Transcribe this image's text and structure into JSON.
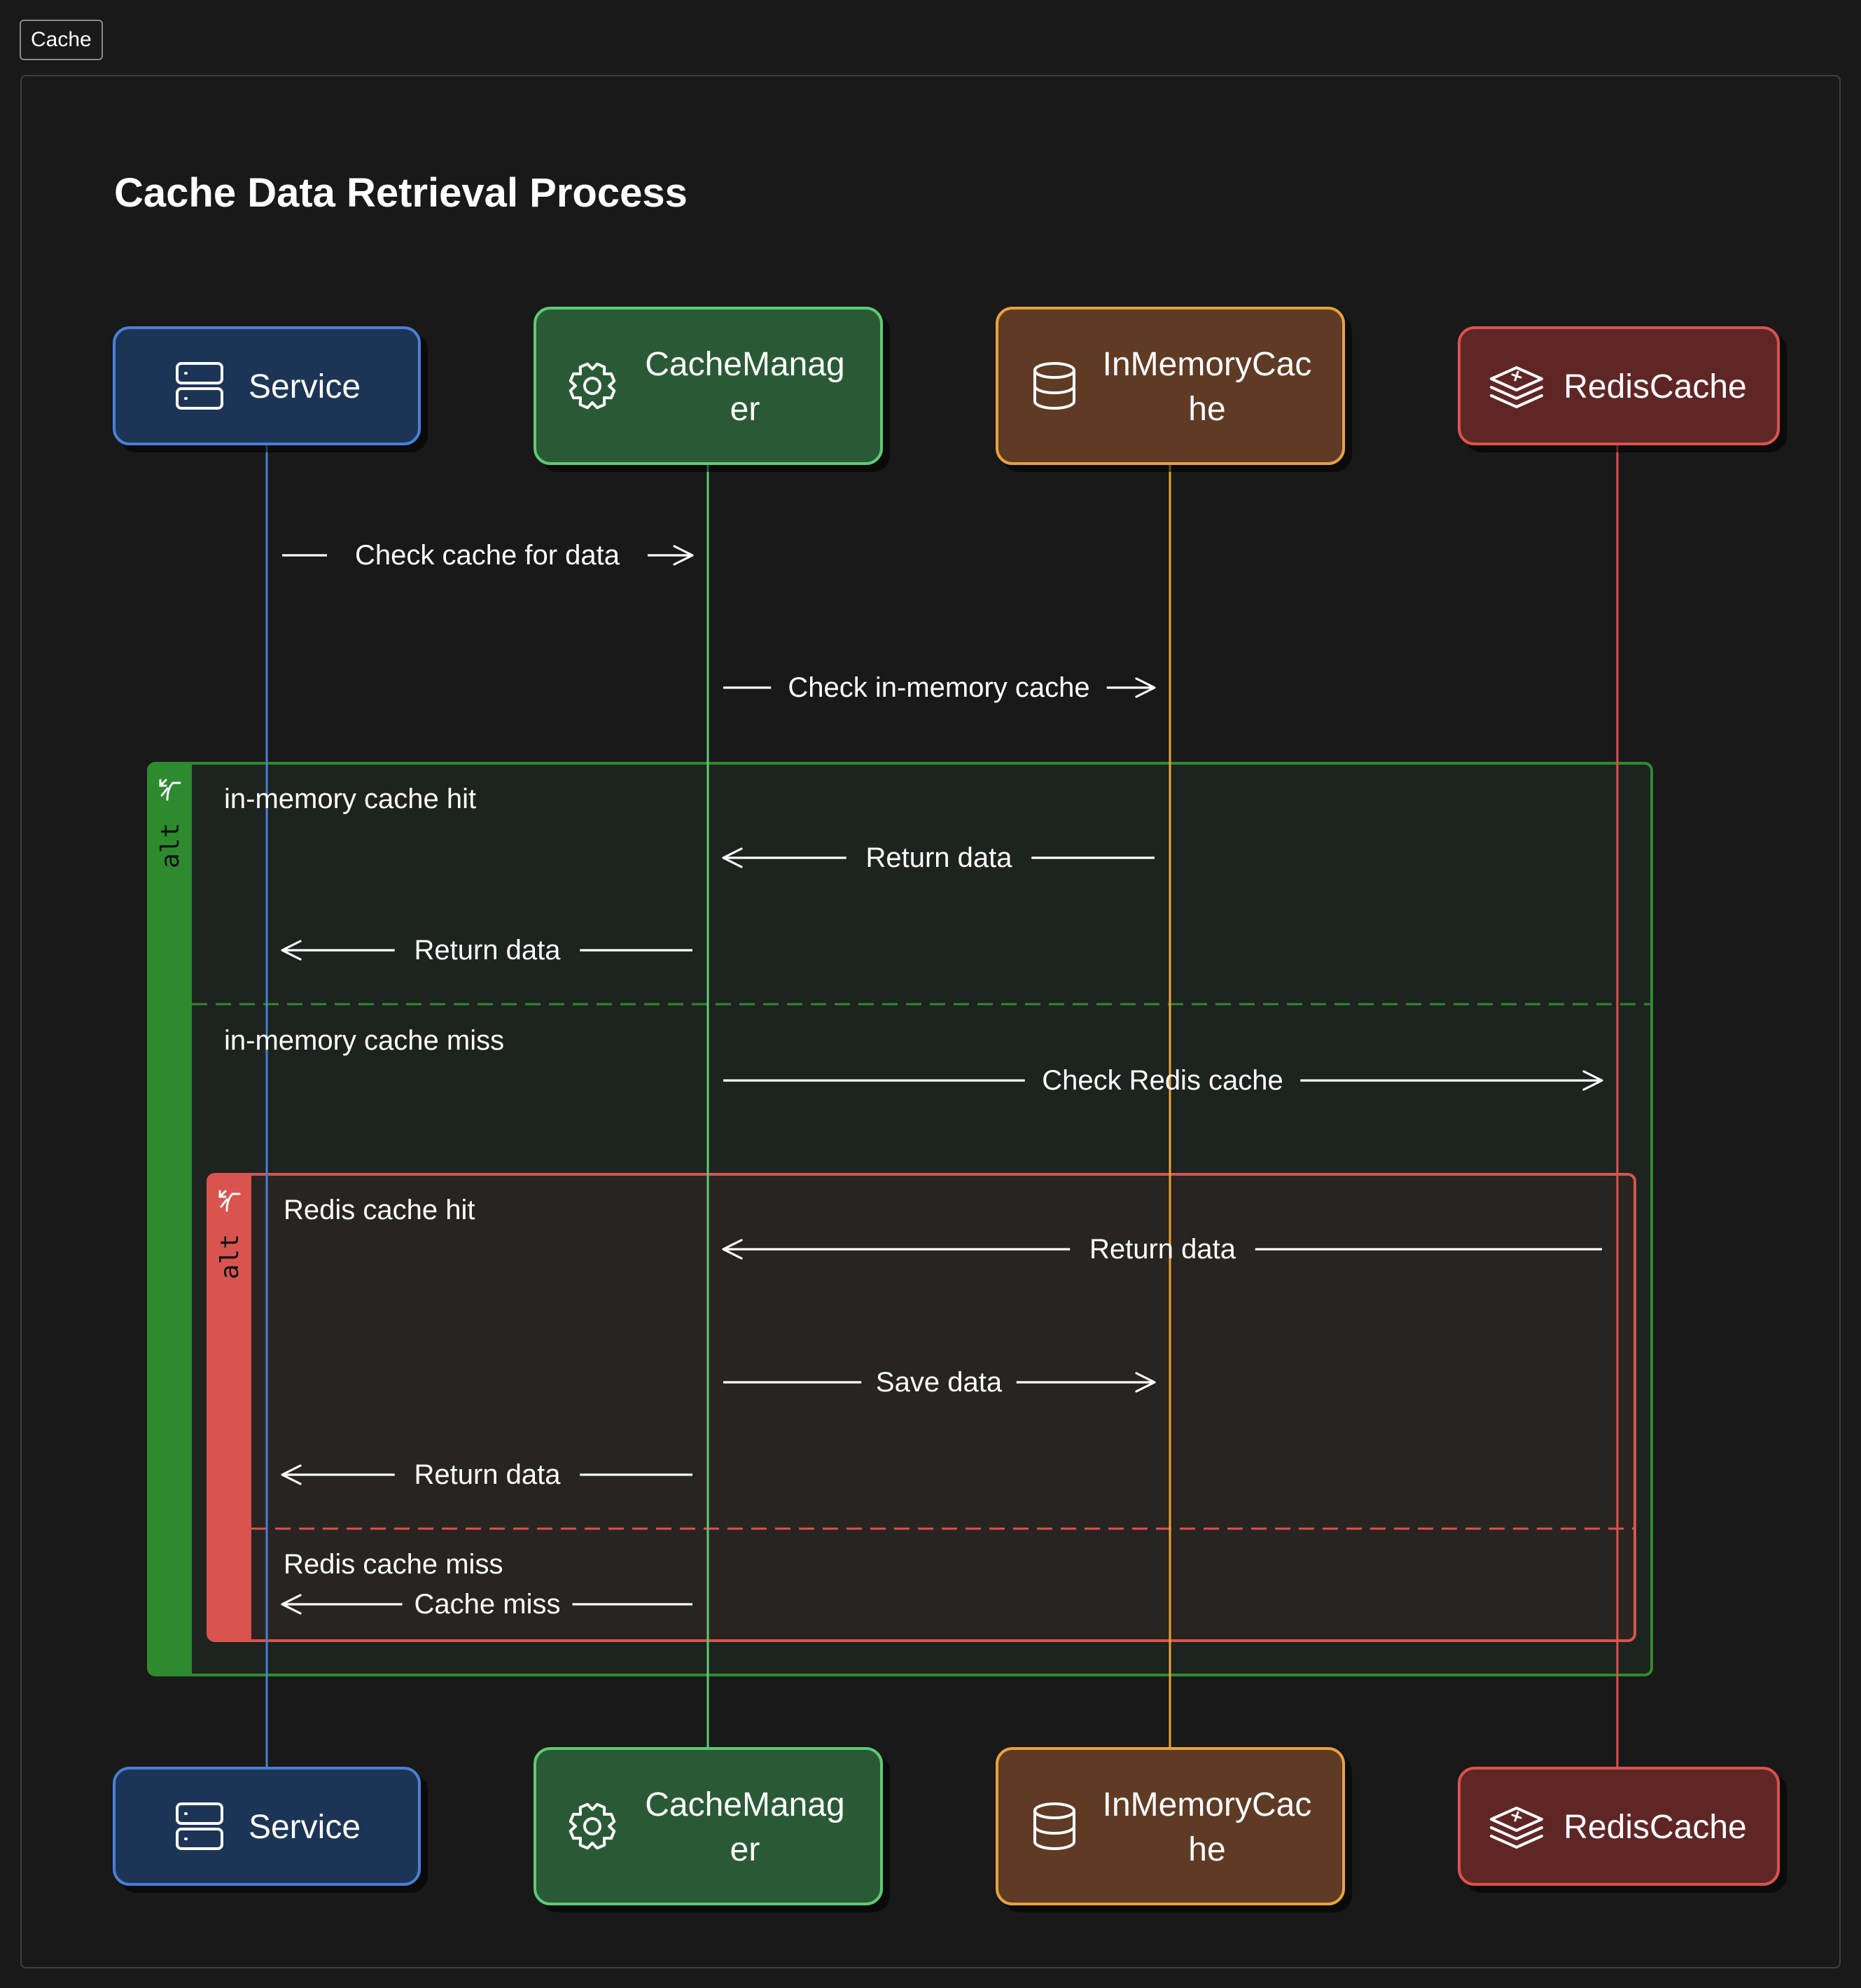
{
  "tab": {
    "label": "Cache"
  },
  "diagram": {
    "title": "Cache Data Retrieval Process",
    "participants": [
      {
        "id": "service",
        "name": "Service",
        "icon": "server-icon",
        "fill": "#1f3457",
        "stroke": "#4a7fd6",
        "line": "#4a7fd6"
      },
      {
        "id": "manager",
        "name": "CacheManager",
        "lines": [
          "CacheManag",
          "er"
        ],
        "icon": "gear-icon",
        "fill": "#2a5a34",
        "stroke": "#5ccb74",
        "line": "#5ccb74"
      },
      {
        "id": "memory",
        "name": "InMemoryCache",
        "lines": [
          "InMemoryCac",
          "he"
        ],
        "icon": "database-icon",
        "fill": "#5e3b25",
        "stroke": "#e8a23c",
        "line": "#e8a23c"
      },
      {
        "id": "redis",
        "name": "RedisCache",
        "icon": "layers-icon",
        "fill": "#612828",
        "stroke": "#d9534f",
        "line": "#d9534f"
      }
    ],
    "messages": [
      {
        "from": "service",
        "to": "manager",
        "text": "Check cache for data"
      },
      {
        "from": "manager",
        "to": "memory",
        "text": "Check in-memory cache"
      },
      {
        "from": "memory",
        "to": "manager",
        "text": "Return data"
      },
      {
        "from": "manager",
        "to": "service",
        "text": "Return data"
      },
      {
        "from": "manager",
        "to": "redis",
        "text": "Check Redis cache"
      },
      {
        "from": "redis",
        "to": "manager",
        "text": "Return data"
      },
      {
        "from": "manager",
        "to": "memory",
        "text": "Save data"
      },
      {
        "from": "manager",
        "to": "service",
        "text": "Return data"
      },
      {
        "from": "manager",
        "to": "service",
        "text": "Cache miss"
      }
    ],
    "fragments": [
      {
        "type": "alt",
        "color": "#2e8a2e",
        "conditions": [
          "in-memory cache hit",
          "in-memory cache miss"
        ]
      },
      {
        "type": "alt",
        "color": "#d9534f",
        "conditions": [
          "Redis cache hit",
          "Redis cache miss"
        ]
      }
    ]
  }
}
